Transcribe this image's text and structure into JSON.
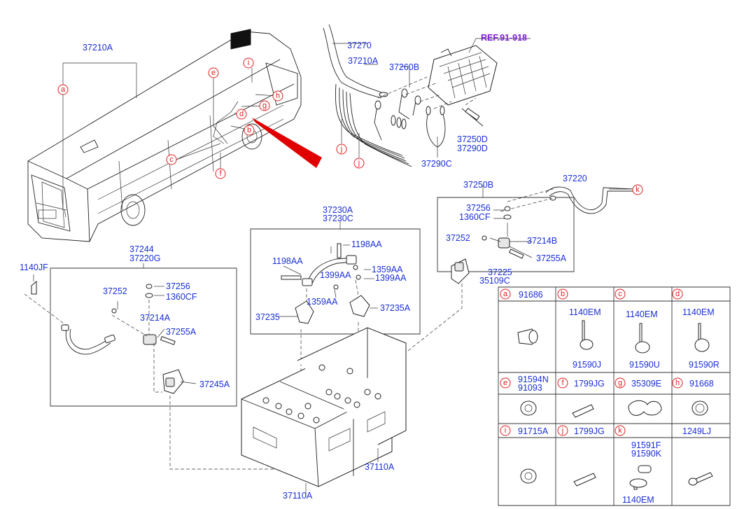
{
  "ref_label": "REF.91-918",
  "part_numbers": {
    "p37210A_top": "37210A",
    "p37270": "37270",
    "p37210A_mid": "37210A",
    "p37260B": "37260B",
    "p37250D": "37250D",
    "p37290D": "37290D",
    "p37290C": "37290C",
    "p37250B": "37250B",
    "p37220": "37220",
    "p37256_r": "37256",
    "p1360CF_r": "1360CF",
    "p37252_r": "37252",
    "p37214B": "37214B",
    "p37255A_r": "37255A",
    "p37225": "37225",
    "p35109C": "35109C",
    "p37230A": "37230A",
    "p37230C": "37230C",
    "p1198AA_a": "1198AA",
    "p1198AA_b": "1198AA",
    "p1359AA_a": "1359AA",
    "p1399AA_a": "1399AA",
    "p1399AA_b": "1399AA",
    "p1359AA_b": "1359AA",
    "p37235_l": "37235",
    "p37235A": "37235A",
    "p37244": "37244",
    "p37220G": "37220G",
    "p1140JF": "1140JF",
    "p37252_l": "37252",
    "p37256_l": "37256",
    "p1360CF_l": "1360CF",
    "p37214A": "37214A",
    "p37255A_l": "37255A",
    "p37245A": "37245A",
    "p37110A_r": "37110A",
    "p37110A_b": "37110A"
  },
  "callouts": {
    "a": "a",
    "b": "b",
    "c": "c",
    "d": "d",
    "e": "e",
    "f": "f",
    "g": "g",
    "h": "h",
    "i": "i",
    "j": "j",
    "k": "k"
  },
  "legend": {
    "a": "91686",
    "b_top": "1140EM",
    "b_bot": "91590J",
    "c_top": "1140EM",
    "c_bot": "91590U",
    "d_top": "1140EM",
    "d_bot": "91590R",
    "e1": "91594N",
    "e2": "91093",
    "f": "1799JG",
    "g": "35309E",
    "h": "91668",
    "i": "91715A",
    "j": "1799JG",
    "k1": "91591F",
    "k2": "91590K",
    "k3": "1140EM",
    "extra": "1249LJ"
  }
}
